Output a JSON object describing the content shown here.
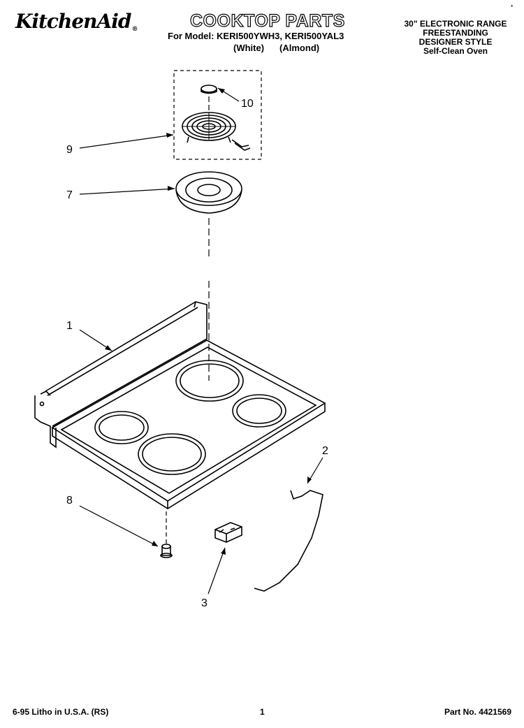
{
  "header": {
    "brand": "KitchenAid",
    "brand_mark": "®",
    "title": "COOKTOP PARTS",
    "model_line": "For Model: KERI500YWH3, KERI500YAL3",
    "color_white": "(White)",
    "color_almond": "(Almond)",
    "corner_mark": "•",
    "range_info": {
      "type": "30\" ELECTRONIC RANGE",
      "stand": "FREESTANDING",
      "style": "DESIGNER STYLE",
      "oven": "Self-Clean Oven"
    }
  },
  "callouts": {
    "c1": "1",
    "c2": "2",
    "c3": "3",
    "c7": "7",
    "c8": "8",
    "c9": "9",
    "c10": "10"
  },
  "footer": {
    "litho": "6-95 Litho in U.S.A. (RS)",
    "page": "1",
    "part_no": "Part No. 4421569"
  }
}
